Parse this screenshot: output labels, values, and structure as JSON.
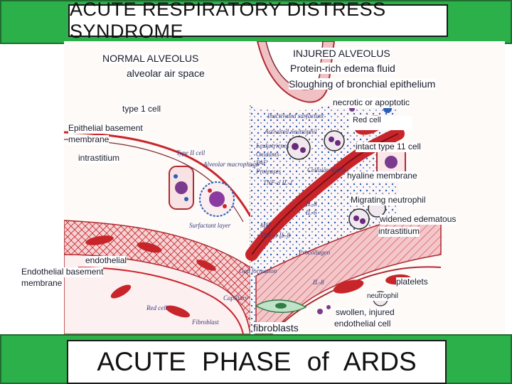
{
  "title": "ACUTE RESPIRATORY DISTRESS SYNDROME",
  "footer": "ACUTE PHASE of ARDS",
  "colors": {
    "banner": "#2bb04a",
    "banner_border": "#1f6d2e",
    "cell_red": "#c8252a",
    "membrane_pink": "#e7a2a6",
    "stain_blue": "#2a5fb8"
  },
  "labels": {
    "normal_alveolus": "NORMAL ALVEOLUS",
    "alveolar_air_space": "alveolar air space",
    "injured_alveolus": "INJURED ALVEOLUS",
    "protein_rich": "Protein-rich edema fluid",
    "sloughing": "Sloughing of bronchial epithelium",
    "type1_cell": "type 1 cell",
    "necrotic": "necrotic or apoptotic",
    "red_cell_right": "Red cell",
    "epithelial_basement_1": "Epithelial basement",
    "epithelial_basement_2": "membrane",
    "intact_type2": "intact type 11 cell",
    "intrastitium": "intrastitium",
    "hyaline": "hyaline membrane",
    "migrating_neutrophil": "Migrating neutrophil",
    "widened_1": "widened edematous",
    "widened_2": "intrastitium",
    "endothelial": "endothelial",
    "endothelial_basement_1": "Endothelial basement",
    "endothelial_basement_2": "membrane",
    "platelets": "platelets",
    "neutrophil": "neutrophil",
    "fibroblasts": "fibroblasts",
    "swollen_1": "swollen, injured",
    "swollen_2": "endothelial cell"
  },
  "handwritten": {
    "inactivated_surfactant": "Inactivated surfactant",
    "activated_neutrophil": "Activated neutrophil",
    "leukotrienes": "Leukotrienes",
    "oxidants": "Oxidants",
    "paf": "PAF",
    "proteases": "Proteases",
    "type2_cell": "Type II cell",
    "alveolar_macrophage": "Alveolar macrophage",
    "tnfa_il1": "TNF-α IL-1",
    "cellular_debris": "Cellular debris",
    "il8": "IL-8",
    "il6": "IL-6",
    "mif": "MIF",
    "tnfa_il8": "TNF-α IL-8",
    "surfactant_layer": "Surfactant layer",
    "procollagen": "Procollagen",
    "gap_formation": "Gap formation",
    "il8_low": "IL-8",
    "capillary": "Capillary",
    "red_cell_left": "Red cell",
    "fibroblast_hw": "Fibroblast"
  }
}
